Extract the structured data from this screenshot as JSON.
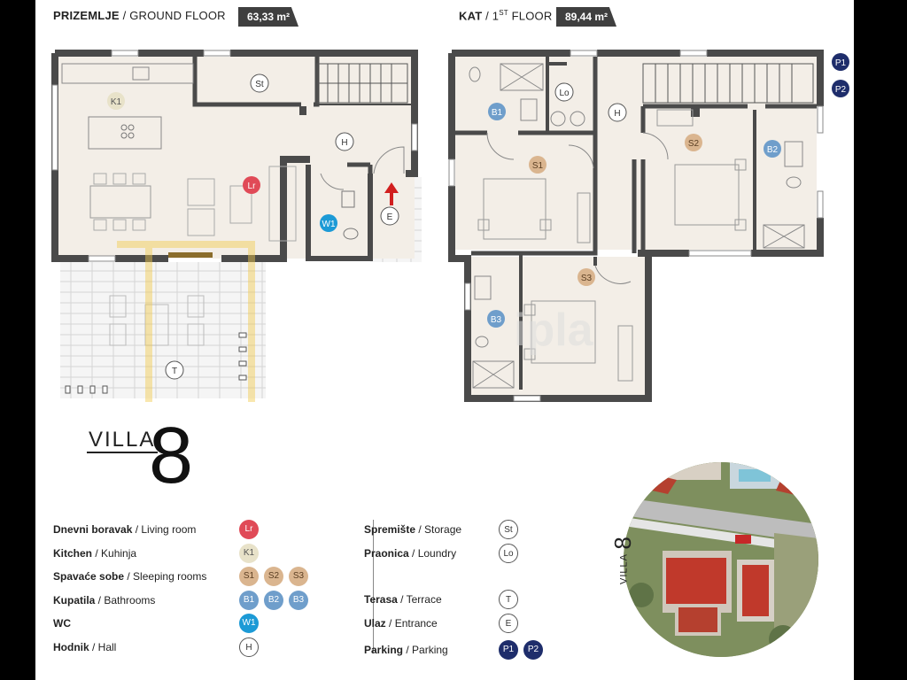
{
  "ground_floor": {
    "title_bold": "PRIZEMLJE",
    "title_rest": " / GROUND FLOOR",
    "area": "63,33 m²"
  },
  "first_floor": {
    "title_bold": "KAT",
    "title_rest": " / 1",
    "title_sup": "ST",
    "title_end": " FLOOR",
    "area": "89,44 m²"
  },
  "parking_badges": [
    "P1",
    "P2"
  ],
  "room_tags": {
    "k1": "K1",
    "st": "St",
    "h": "H",
    "lr": "Lr",
    "w1": "W1",
    "e": "E",
    "t": "T",
    "b1": "B1",
    "lo": "Lo",
    "s1": "S1",
    "s2": "S2",
    "b2": "B2",
    "s3": "S3",
    "b3": "B3"
  },
  "villa": {
    "word": "VILLA",
    "number": "8"
  },
  "legend_left": [
    {
      "bold": "Dnevni boravak",
      "rest": " / Living room",
      "badges": [
        {
          "text": "Lr",
          "style": "lr"
        }
      ]
    },
    {
      "bold": "Kitchen",
      "rest": " / Kuhinja",
      "badges": [
        {
          "text": "K1",
          "style": "k"
        }
      ]
    },
    {
      "bold": "Spavaće sobe",
      "rest": " / Sleeping rooms",
      "badges": [
        {
          "text": "S1",
          "style": "s"
        },
        {
          "text": "S2",
          "style": "s"
        },
        {
          "text": "S3",
          "style": "s"
        }
      ]
    },
    {
      "bold": "Kupatila",
      "rest": " / Bathrooms",
      "badges": [
        {
          "text": "B1",
          "style": "b"
        },
        {
          "text": "B2",
          "style": "b"
        },
        {
          "text": "B3",
          "style": "b"
        }
      ]
    },
    {
      "bold": "WC",
      "rest": "",
      "badges": [
        {
          "text": "W1",
          "style": "w"
        }
      ]
    },
    {
      "bold": "Hodnik",
      "rest": " / Hall",
      "badges": [
        {
          "text": "H",
          "style": "o"
        }
      ]
    }
  ],
  "legend_right": [
    {
      "bold": "Spremište",
      "rest": " / Storage",
      "badges": [
        {
          "text": "St",
          "style": "o"
        }
      ]
    },
    {
      "bold": "Praonica",
      "rest": " / Loundry",
      "badges": [
        {
          "text": "Lo",
          "style": "o"
        }
      ]
    },
    {
      "bold": "Terasa",
      "rest": " / Terrace",
      "badges": [
        {
          "text": "T",
          "style": "o"
        }
      ]
    },
    {
      "bold": "Ulaz",
      "rest": " / Entrance",
      "badges": [
        {
          "text": "E",
          "style": "o"
        }
      ]
    },
    {
      "bold": "Parking",
      "rest": " / Parking",
      "badges": [
        {
          "text": "P1",
          "style": "p"
        },
        {
          "text": "P2",
          "style": "p"
        }
      ]
    }
  ],
  "aerial": {
    "label_word": "VILLA",
    "label_number": "8"
  },
  "colors": {
    "wall": "#4a4a4a",
    "floor": "#f3eee7",
    "watermark": "#f2c94c",
    "entrance_arrow": "#d11f1f"
  }
}
